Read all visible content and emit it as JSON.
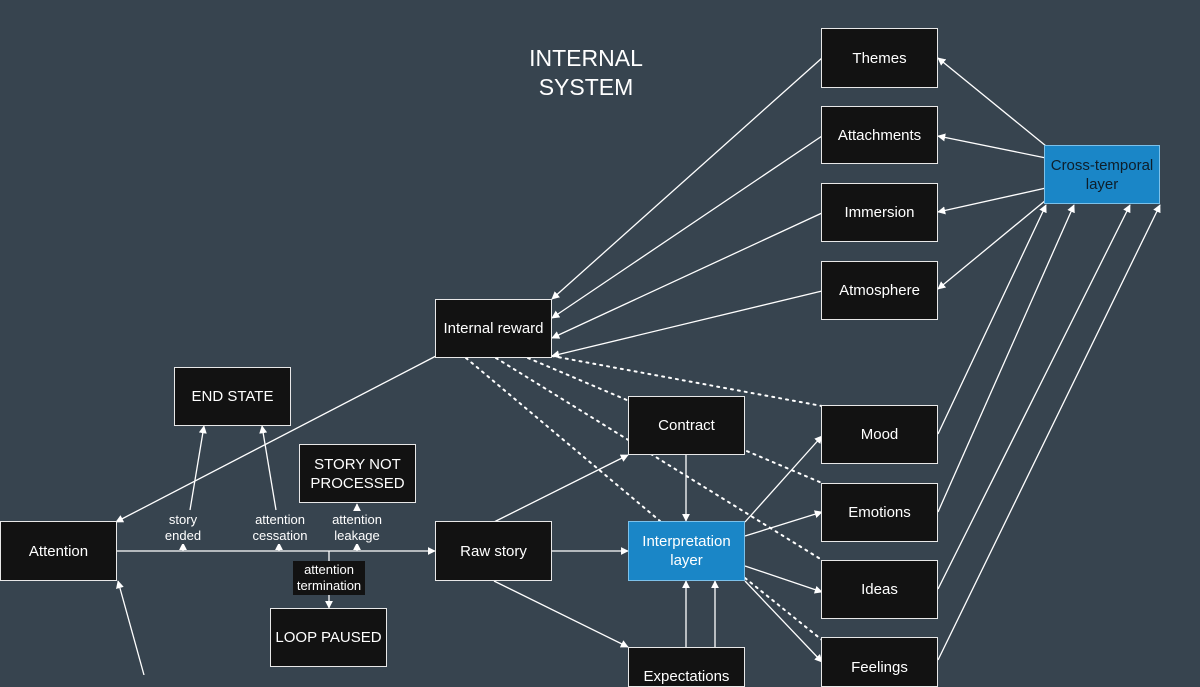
{
  "title": "INTERNAL\nSYSTEM",
  "nodes": {
    "themes": "Themes",
    "attachments": "Attachments",
    "immersion": "Immersion",
    "atmosphere": "Atmosphere",
    "cross_temporal": "Cross-temporal\nlayer",
    "internal_reward": "Internal reward",
    "end_state": "END STATE",
    "story_not_processed": "STORY NOT\nPROCESSED",
    "contract": "Contract",
    "mood": "Mood",
    "emotions": "Emotions",
    "ideas": "Ideas",
    "feelings": "Feelings",
    "attention": "Attention",
    "raw_story": "Raw story",
    "interpretation": "Interpretation\nlayer",
    "loop_paused": "LOOP PAUSED",
    "expectations": "Expectations"
  },
  "edge_labels": {
    "story_ended": "story\nended",
    "attention_cessation": "attention\ncessation",
    "attention_leakage": "attention\nleakage",
    "attention_termination": "attention\ntermination"
  },
  "colors": {
    "background": "#37444f",
    "node_fill": "#121212",
    "node_border": "#e8e8e8",
    "highlight_fill": "#1a86c7",
    "edge": "#ffffff"
  }
}
